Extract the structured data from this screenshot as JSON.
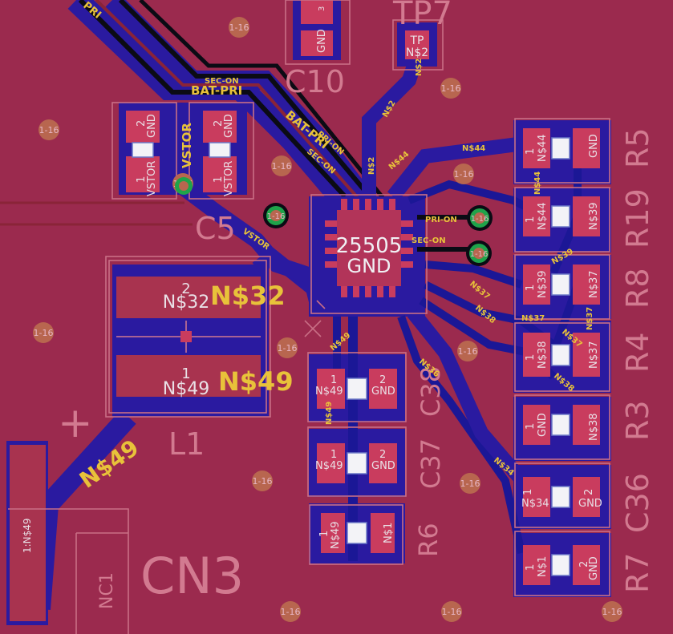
{
  "colors": {
    "board": "#9b2a4e",
    "copper_clear": "#2a1aa0",
    "copper_trace": "#1b1796",
    "trace_black": "#0b0b14",
    "trace_red": "#8a2438",
    "pad": "#c93c5e",
    "silk": "#c96f86",
    "net_label": "#e8c23a",
    "via": "#b8664f",
    "via_green": "#1fa34a"
  },
  "ic": {
    "part": "25505",
    "pin": "GND"
  },
  "vias": {
    "label": "1-16"
  },
  "designators": {
    "c10": "C10",
    "c5": "C5",
    "l1": "L1",
    "cn3": "CN3",
    "nc1": "NC1",
    "r5": "R5",
    "r19": "R19",
    "r8": "R8",
    "r4": "R4",
    "r3": "R3",
    "c36": "C36",
    "r7": "R7",
    "c38": "C38",
    "c37": "C37",
    "r6": "R6",
    "tp7": "TP7"
  },
  "testpoint": {
    "line1": "TP",
    "line2": "N$2"
  },
  "nets": {
    "bat_pri": "BAT-PRI",
    "bat_pri2": "BAT-PRI",
    "sec_on": "SEC-ON",
    "sec_on2": "SEC-ON",
    "pri_on": "PRI-ON",
    "pri_on2": "PRI-ON",
    "pri_on_top": "PRI",
    "vstor": "VSTOR",
    "vstor2": "VSTOR",
    "n2": "N$2",
    "n2b": "N$2",
    "n44": "N$44",
    "n44b": "N$44",
    "n44c": "N$44",
    "n39": "N$39",
    "n37": "N$37",
    "n37b": "N$37",
    "n37c": "N$37",
    "n38": "N$38",
    "n38b": "N$38",
    "n36": "N$36",
    "n34": "N$34",
    "n49": "N$49",
    "n49b": "N$49",
    "n49_big": "N$49",
    "n49_silk": "N$49",
    "n32_big": "N$32",
    "n32": "N$32",
    "n49_pad": "N$49",
    "n32_pad": "N$32"
  },
  "pads": {
    "c10_gnd": "GND",
    "c10_3": "3",
    "vstor_left_2": "2",
    "vstor_left_gnd": "GND",
    "vstor_left_1": "1",
    "vstor_left_net": "VSTOR",
    "vstor_right_2": "2",
    "vstor_right_gnd": "GND",
    "vstor_right_1": "1",
    "vstor_right_net": "VSTOR",
    "r5_1": "1",
    "r5_net": "N$44",
    "r5_gnd": "GND",
    "r19_1": "1",
    "r19_net": "N$44",
    "r19_net2": "N$39",
    "r8_1": "1",
    "r8_net": "N$39",
    "r8_net2": "N$37",
    "r4_1": "1",
    "r4_net": "N$38",
    "r4_net2": "N$37",
    "r3_1": "1",
    "r3_gnd": "GND",
    "r3_net": "N$38",
    "c36_1": "1",
    "c36_net": "N$34",
    "c36_2": "2",
    "c36_gnd": "GND",
    "r7_1": "1",
    "r7_net": "N$1",
    "r7_2": "2",
    "r7_gnd": "GND",
    "c38_1": "1",
    "c38_net": "N$49",
    "c38_2": "2",
    "c38_gnd": "GND",
    "c37_1": "1",
    "c37_net": "N$49",
    "c37_2": "2",
    "c37_gnd": "GND",
    "r6_1": "1",
    "r6_net": "N$49",
    "r6_net2": "N$1",
    "l1_2": "2",
    "l1_1": "1",
    "cn3_pin": "1:N$49"
  },
  "silk_marks": {
    "plus": "+"
  }
}
